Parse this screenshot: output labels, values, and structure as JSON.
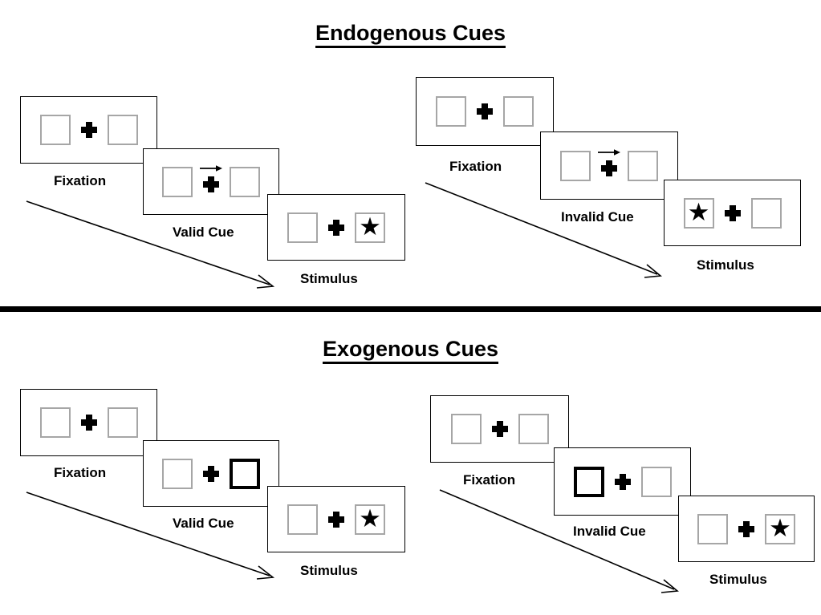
{
  "figure": {
    "title_endogenous": "Endogenous Cues",
    "title_exogenous": "Exogenous Cues"
  },
  "labels": {
    "fixation": "Fixation",
    "valid_cue": "Valid Cue",
    "invalid_cue": "Invalid Cue",
    "stimulus": "Stimulus"
  },
  "icons": {
    "fixation_cross": "bold-plus",
    "cue_arrow": "right-arrow",
    "target": "black-star",
    "flow": "diagonal-arrow"
  },
  "colors": {
    "ink": "#000000",
    "box_outline": "#a6a6a6",
    "cued_box_outline": "#000000",
    "background": "#ffffff"
  },
  "sequences": [
    {
      "id": "endogenous-valid",
      "section": "Endogenous Cues",
      "cue_type": "endogenous",
      "validity": "valid",
      "steps": [
        {
          "label": "Fixation",
          "cue": "none",
          "arrow": false,
          "target_side": "none"
        },
        {
          "label": "Valid Cue",
          "cue": "arrow-right",
          "arrow": true,
          "target_side": "none"
        },
        {
          "label": "Stimulus",
          "cue": "none",
          "arrow": false,
          "target_side": "right"
        }
      ]
    },
    {
      "id": "endogenous-invalid",
      "section": "Endogenous Cues",
      "cue_type": "endogenous",
      "validity": "invalid",
      "steps": [
        {
          "label": "Fixation",
          "cue": "none",
          "arrow": false,
          "target_side": "none"
        },
        {
          "label": "Invalid Cue",
          "cue": "arrow-right",
          "arrow": true,
          "target_side": "none"
        },
        {
          "label": "Stimulus",
          "cue": "none",
          "arrow": false,
          "target_side": "left"
        }
      ]
    },
    {
      "id": "exogenous-valid",
      "section": "Exogenous Cues",
      "cue_type": "exogenous",
      "validity": "valid",
      "steps": [
        {
          "label": "Fixation",
          "cue": "none",
          "arrow": false,
          "target_side": "none"
        },
        {
          "label": "Valid Cue",
          "cue": "highlight-right",
          "arrow": false,
          "target_side": "none"
        },
        {
          "label": "Stimulus",
          "cue": "none",
          "arrow": false,
          "target_side": "right"
        }
      ]
    },
    {
      "id": "exogenous-invalid",
      "section": "Exogenous Cues",
      "cue_type": "exogenous",
      "validity": "invalid",
      "steps": [
        {
          "label": "Fixation",
          "cue": "none",
          "arrow": false,
          "target_side": "none"
        },
        {
          "label": "Invalid Cue",
          "cue": "highlight-left",
          "arrow": false,
          "target_side": "none"
        },
        {
          "label": "Stimulus",
          "cue": "none",
          "arrow": false,
          "target_side": "right"
        }
      ]
    }
  ]
}
